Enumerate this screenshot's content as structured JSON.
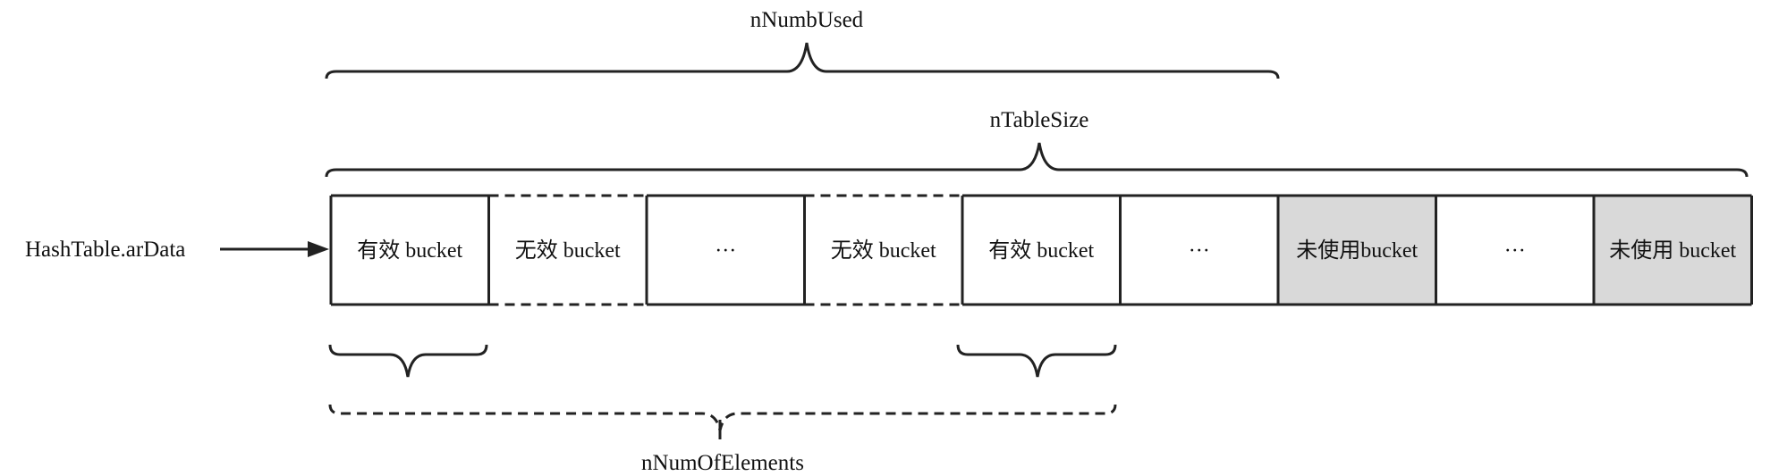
{
  "labels": {
    "n_numb_used": "nNumbUsed",
    "n_table_size": "nTableSize",
    "n_num_of_elements": "nNumOfElements",
    "pointer": "HashTable.arData"
  },
  "cells": [
    {
      "text": "有效 bucket",
      "style": "solid",
      "shaded": false
    },
    {
      "text": "无效 bucket",
      "style": "dashed",
      "shaded": false
    },
    {
      "text": "···",
      "style": "solid",
      "shaded": false
    },
    {
      "text": "无效 bucket",
      "style": "dashed",
      "shaded": false
    },
    {
      "text": "有效 bucket",
      "style": "solid",
      "shaded": false
    },
    {
      "text": "···",
      "style": "solid",
      "shaded": false
    },
    {
      "text": "未使用bucket",
      "style": "solid",
      "shaded": true
    },
    {
      "text": "···",
      "style": "solid",
      "shaded": false
    },
    {
      "text": "未使用 bucket",
      "style": "solid",
      "shaded": true
    }
  ],
  "colors": {
    "line": "#222222",
    "shade": "#d9d9d9",
    "text": "#111111"
  }
}
